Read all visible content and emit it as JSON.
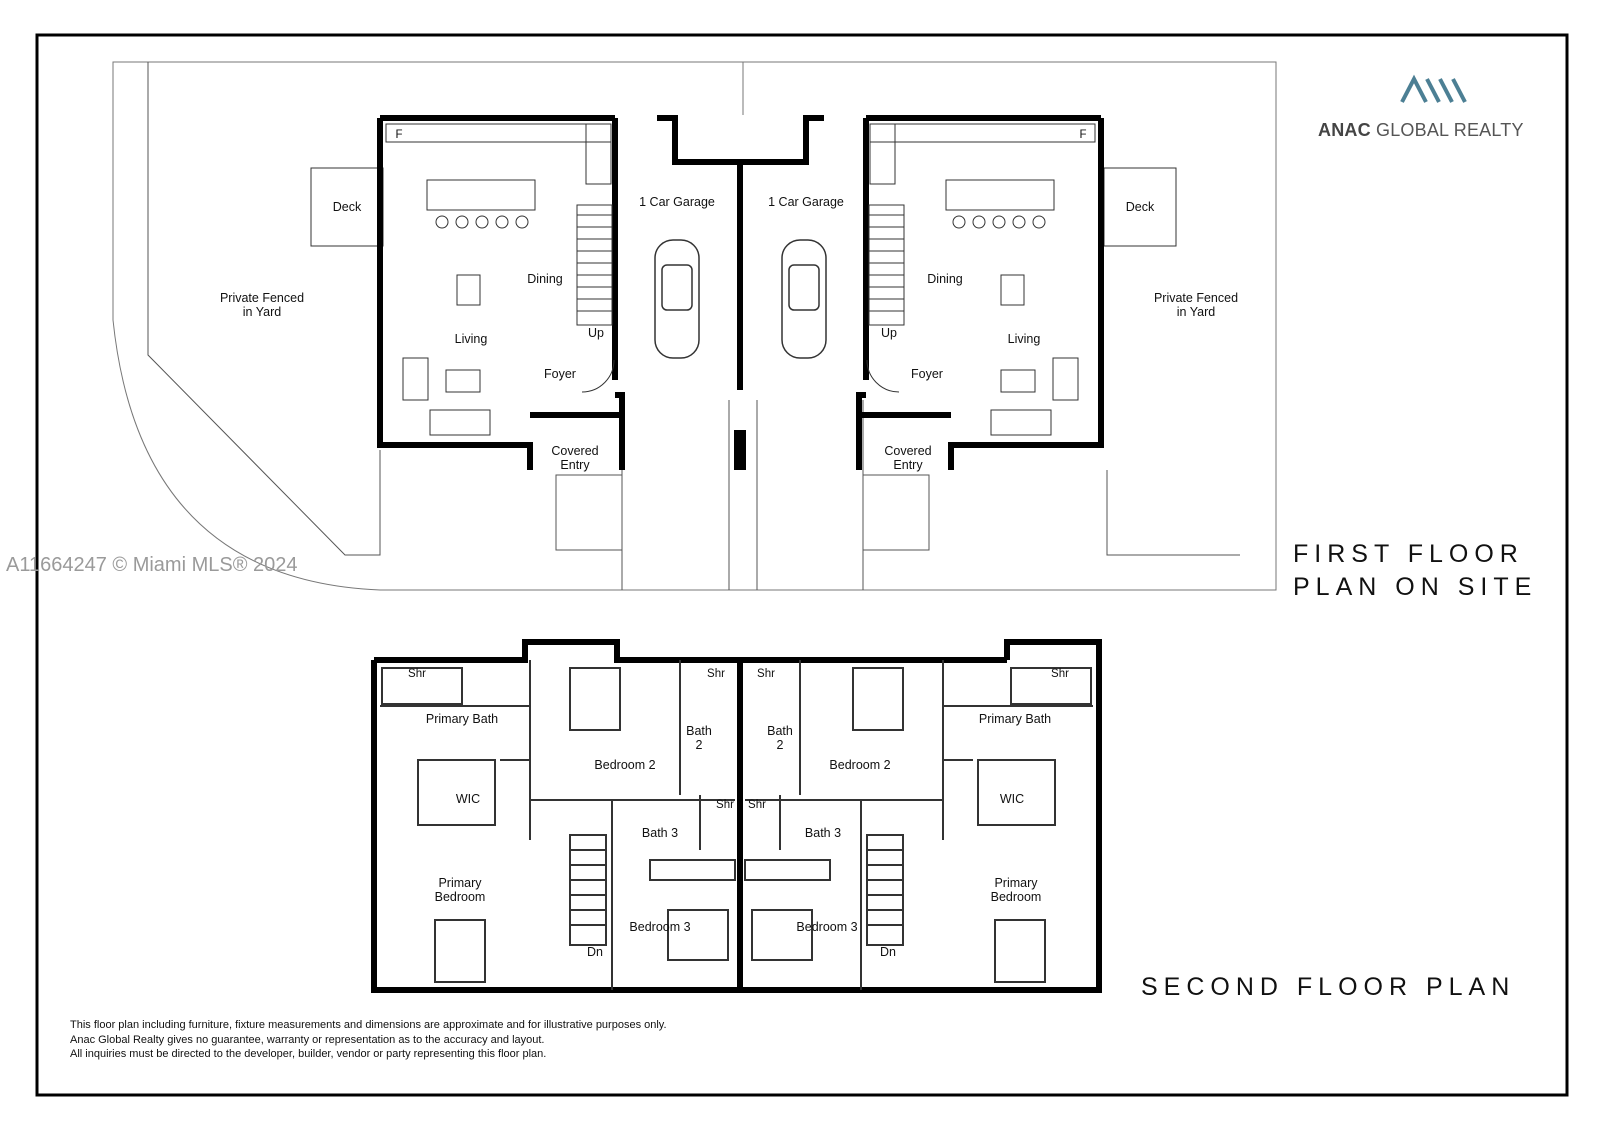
{
  "brand": {
    "name_bold": "ANAC",
    "name_rest": " GLOBAL REALTY",
    "logo_color": "#4c7f94"
  },
  "watermark": "A11664247 © Miami MLS® 2024",
  "first_floor": {
    "title_line1": "FIRST FLOOR",
    "title_line2": "PLAN ON SITE",
    "left_unit": {
      "deck": "Deck",
      "yard": "Private Fenced\nin Yard",
      "dining": "Dining",
      "living": "Living",
      "foyer": "Foyer",
      "up": "Up",
      "garage": "1 Car Garage",
      "entry": "Covered\nEntry",
      "fridge": "F"
    },
    "right_unit": {
      "deck": "Deck",
      "yard": "Private Fenced\nin Yard",
      "dining": "Dining",
      "living": "Living",
      "foyer": "Foyer",
      "up": "Up",
      "garage": "1 Car Garage",
      "entry": "Covered\nEntry",
      "fridge": "F"
    }
  },
  "second_floor": {
    "title": "SECOND FLOOR PLAN",
    "left_unit": {
      "shr1": "Shr",
      "primary_bath": "Primary Bath",
      "wic": "WIC",
      "primary_bedroom": "Primary\nBedroom",
      "bedroom2": "Bedroom 2",
      "bath2": "Bath\n2",
      "shr2": "Shr",
      "bath3": "Bath 3",
      "shr3": "Shr",
      "bedroom3": "Bedroom 3",
      "dn": "Dn"
    },
    "right_unit": {
      "shr1": "Shr",
      "primary_bath": "Primary Bath",
      "wic": "WIC",
      "primary_bedroom": "Primary\nBedroom",
      "bedroom2": "Bedroom 2",
      "bath2": "Bath\n2",
      "shr2": "Shr",
      "bath3": "Bath 3",
      "shr3": "Shr",
      "bedroom3": "Bedroom 3",
      "dn": "Dn"
    }
  },
  "disclaimer": [
    "This floor plan including furniture, fixture measurements and dimensions are approximate and for illustrative purposes only.",
    "Anac Global Realty gives no guarantee, warranty or representation as to the accuracy and layout.",
    "All inquiries must be directed to the developer, builder, vendor or party representing this floor plan."
  ]
}
